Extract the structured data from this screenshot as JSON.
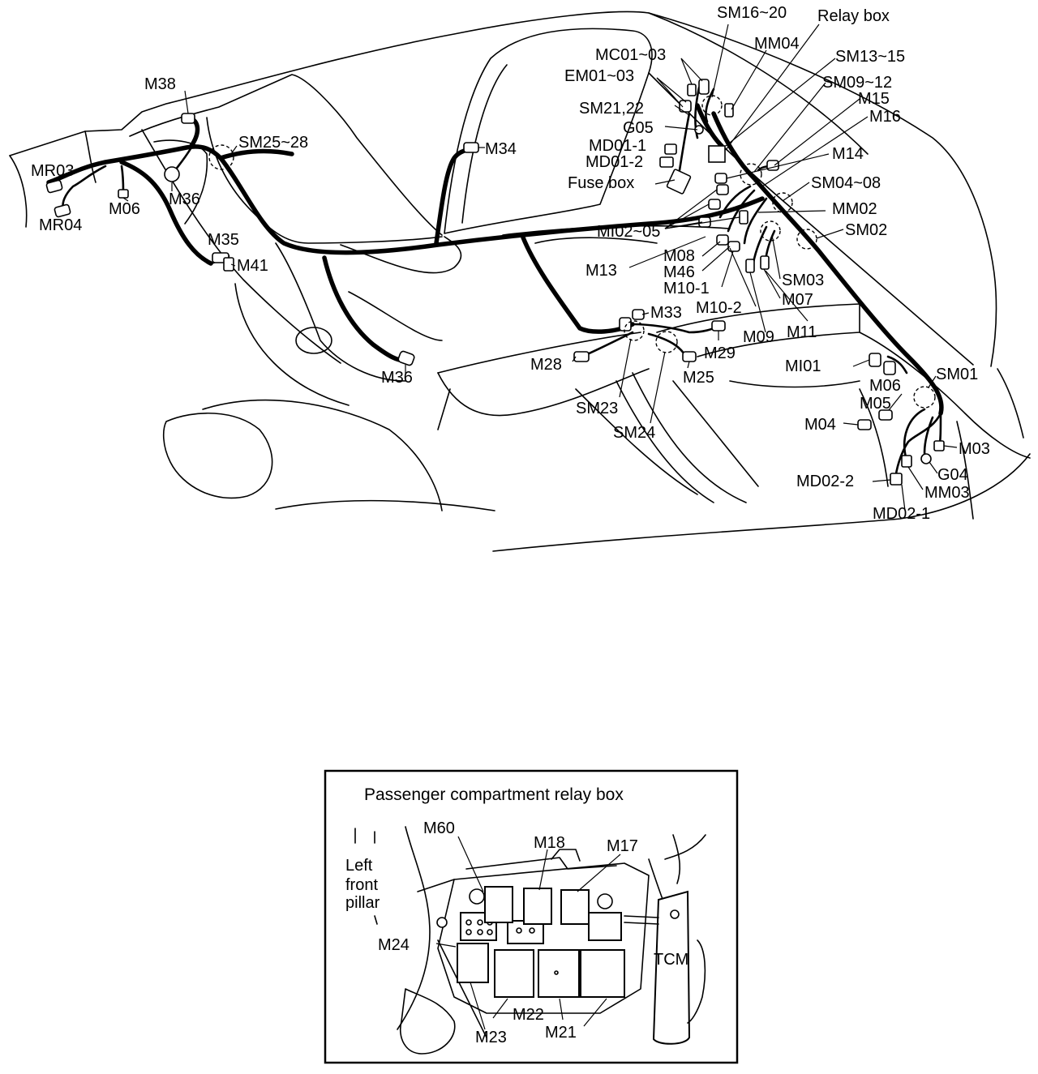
{
  "main_diagram": {
    "labels": {
      "sm16_20": "SM16~20",
      "relay_box": "Relay box",
      "mm04": "MM04",
      "mc01_03": "MC01~03",
      "sm13_15": "SM13~15",
      "em01_03": "EM01~03",
      "sm09_12": "SM09~12",
      "m15": "M15",
      "sm21_22": "SM21,22",
      "m16": "M16",
      "g05": "G05",
      "md01_1": "MD01-1",
      "md01_2": "MD01-2",
      "m14": "M14",
      "fuse_box": "Fuse box",
      "sm04_08": "SM04~08",
      "mm02": "MM02",
      "mi02_05": "MI02~05",
      "sm02": "SM02",
      "m13": "M13",
      "m08": "M08",
      "m46": "M46",
      "sm03": "SM03",
      "m10_1": "M10-1",
      "m07": "M07",
      "m10_2": "M10-2",
      "m09": "M09",
      "m11": "M11",
      "m33": "M33",
      "m29": "M29",
      "m28": "M28",
      "m25": "M25",
      "mi01": "MI01",
      "m06_right": "M06",
      "sm01": "SM01",
      "m05": "M05",
      "m04": "M04",
      "m03": "M03",
      "g04": "G04",
      "md02_2": "MD02-2",
      "mm03": "MM03",
      "md02_1": "MD02-1",
      "sm23": "SM23",
      "sm24": "SM24",
      "m38": "M38",
      "sm25_28": "SM25~28",
      "m34": "M34",
      "mr03": "MR03",
      "m36_upper": "M36",
      "m06_left": "M06",
      "mr04": "MR04",
      "m35": "M35",
      "m41": "M41",
      "m36_lower": "M36"
    }
  },
  "inset": {
    "title": "Passenger compartment relay box",
    "labels": {
      "left_front_pillar_1": "Left",
      "left_front_pillar_2": "front",
      "left_front_pillar_3": "pillar",
      "m60": "M60",
      "m18": "M18",
      "m17": "M17",
      "m24": "M24",
      "tcm": "TCM",
      "m22": "M22",
      "m23": "M23",
      "m21": "M21"
    }
  }
}
